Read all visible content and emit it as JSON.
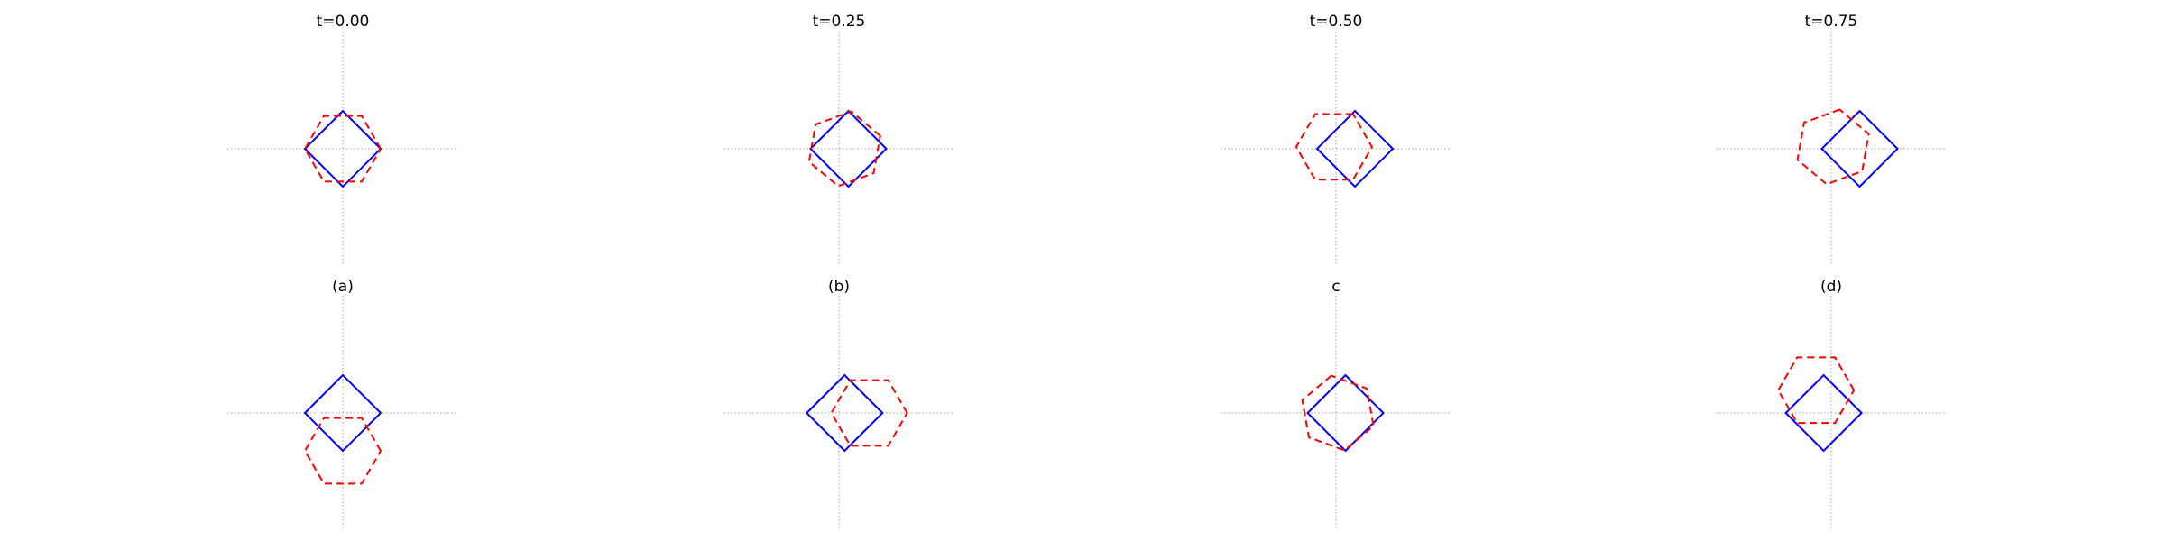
{
  "figure": {
    "panels": [
      {
        "title": "t=0.00",
        "square": {
          "center": [
            0.0,
            0.0
          ],
          "rotation_deg": 0
        },
        "hexagon": {
          "center": [
            0.0,
            0.0
          ],
          "rotation_deg": 0
        }
      },
      {
        "title": "t=0.25",
        "square": {
          "center": [
            0.25,
            0.0
          ],
          "rotation_deg": 0
        },
        "hexagon": {
          "center": [
            0.15,
            0.0
          ],
          "rotation_deg": 20
        }
      },
      {
        "title": "t=0.50",
        "square": {
          "center": [
            0.5,
            0.0
          ],
          "rotation_deg": 0
        },
        "hexagon": {
          "center": [
            -0.05,
            0.05
          ],
          "rotation_deg": 60
        }
      },
      {
        "title": "t=0.75",
        "square": {
          "center": [
            0.75,
            0.0
          ],
          "rotation_deg": 0
        },
        "hexagon": {
          "center": [
            0.05,
            0.05
          ],
          "rotation_deg": 80
        }
      },
      {
        "title": "(a)",
        "square": {
          "center": [
            0.0,
            0.0
          ],
          "rotation_deg": 0
        },
        "hexagon": {
          "center": [
            0.0,
            -1.0
          ],
          "rotation_deg": 0
        }
      },
      {
        "title": "(b)",
        "square": {
          "center": [
            0.15,
            0.0
          ],
          "rotation_deg": 0
        },
        "hexagon": {
          "center": [
            0.8,
            0.0
          ],
          "rotation_deg": 0
        }
      },
      {
        "title": "c",
        "square": {
          "center": [
            0.25,
            0.0
          ],
          "rotation_deg": 0
        },
        "hexagon": {
          "center": [
            0.05,
            0.0
          ],
          "rotation_deg": 100
        }
      },
      {
        "title": "(d)",
        "square": {
          "center": [
            -0.2,
            0.0
          ],
          "rotation_deg": 0
        },
        "hexagon": {
          "center": [
            -0.4,
            0.6
          ],
          "rotation_deg": 0
        }
      }
    ]
  },
  "colors": {
    "square": "#0000ff",
    "hexagon": "#ff0000",
    "axes": "#a0a0a0",
    "text": "#000000"
  }
}
